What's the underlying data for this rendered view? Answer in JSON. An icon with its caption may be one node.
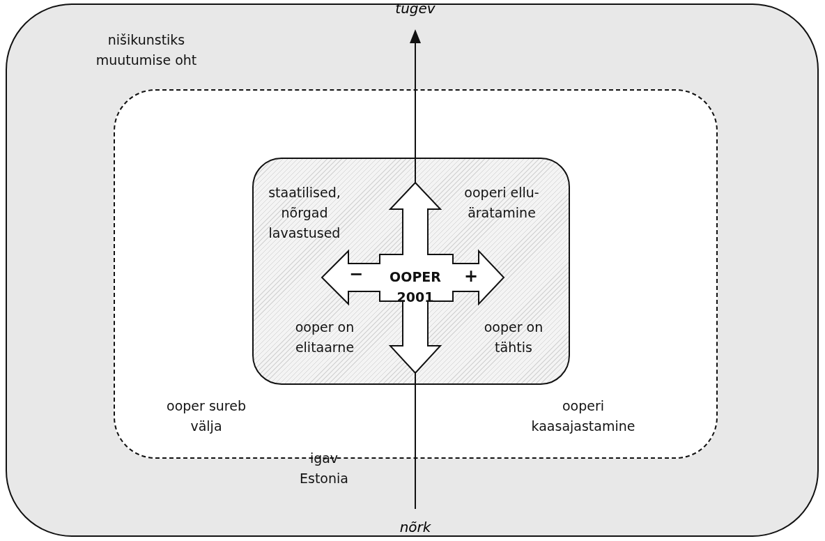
{
  "diagram": {
    "nodes": [
      {
        "text": [
          "nišikunstiks muutumise oht",
          "igav Estonia"
        ]
      },
      {
        "text": [
          "ooper sureb välja",
          "ooperi kaasajastamine"
        ],
        "in": 0
      },
      {
        "text": [
          "staatilised, nõrgad lavastused",
          "ooperi ellu- äratamine",
          "ooper on elitaarne",
          "ooper on tähtis"
        ],
        "in": 1
      },
      {
        "text": [
          "−",
          "OOPER 2001",
          "+"
        ],
        "in": 2
      }
    ],
    "edges": [],
    "labels": [
      "tugev",
      "nõrk"
    ]
  }
}
